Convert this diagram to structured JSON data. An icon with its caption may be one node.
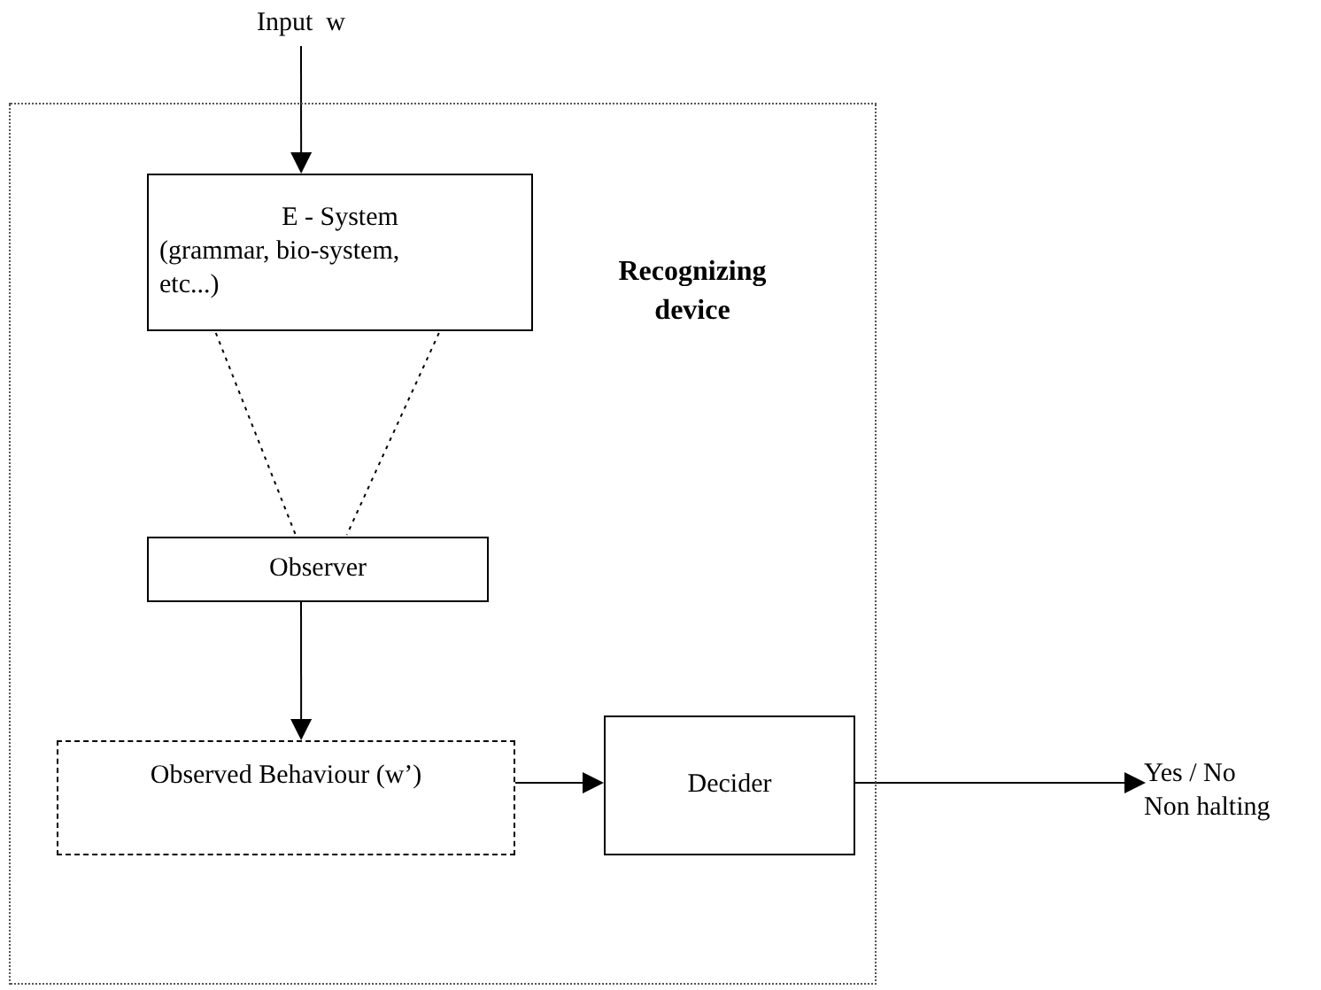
{
  "diagram": {
    "nodes": [
      {
        "text": [
          "Input  w"
        ]
      },
      {
        "text": [
          "Recognizing device"
        ]
      },
      {
        "text": [
          "E - System",
          "(grammar, bio-system, etc...)"
        ],
        "in": 1
      },
      {
        "text": [
          "Observer"
        ],
        "in": 1
      },
      {
        "text": [
          "Observed Behaviour (w’)"
        ],
        "in": 1
      },
      {
        "text": [
          "Decider"
        ],
        "in": 1
      },
      {
        "text": [
          "Yes / No",
          "Non halting"
        ]
      }
    ],
    "edges": [
      {
        "from": 0,
        "to": 2,
        "arrow": "to"
      },
      {
        "from": 2,
        "to": 3,
        "arrow": "none",
        "style": "dashed"
      },
      {
        "from": 2,
        "to": 3,
        "arrow": "none",
        "style": "dashed"
      },
      {
        "from": 3,
        "to": 4,
        "arrow": "to"
      },
      {
        "from": 4,
        "to": 5,
        "arrow": "to"
      },
      {
        "from": 5,
        "to": 6,
        "arrow": "to"
      }
    ]
  }
}
